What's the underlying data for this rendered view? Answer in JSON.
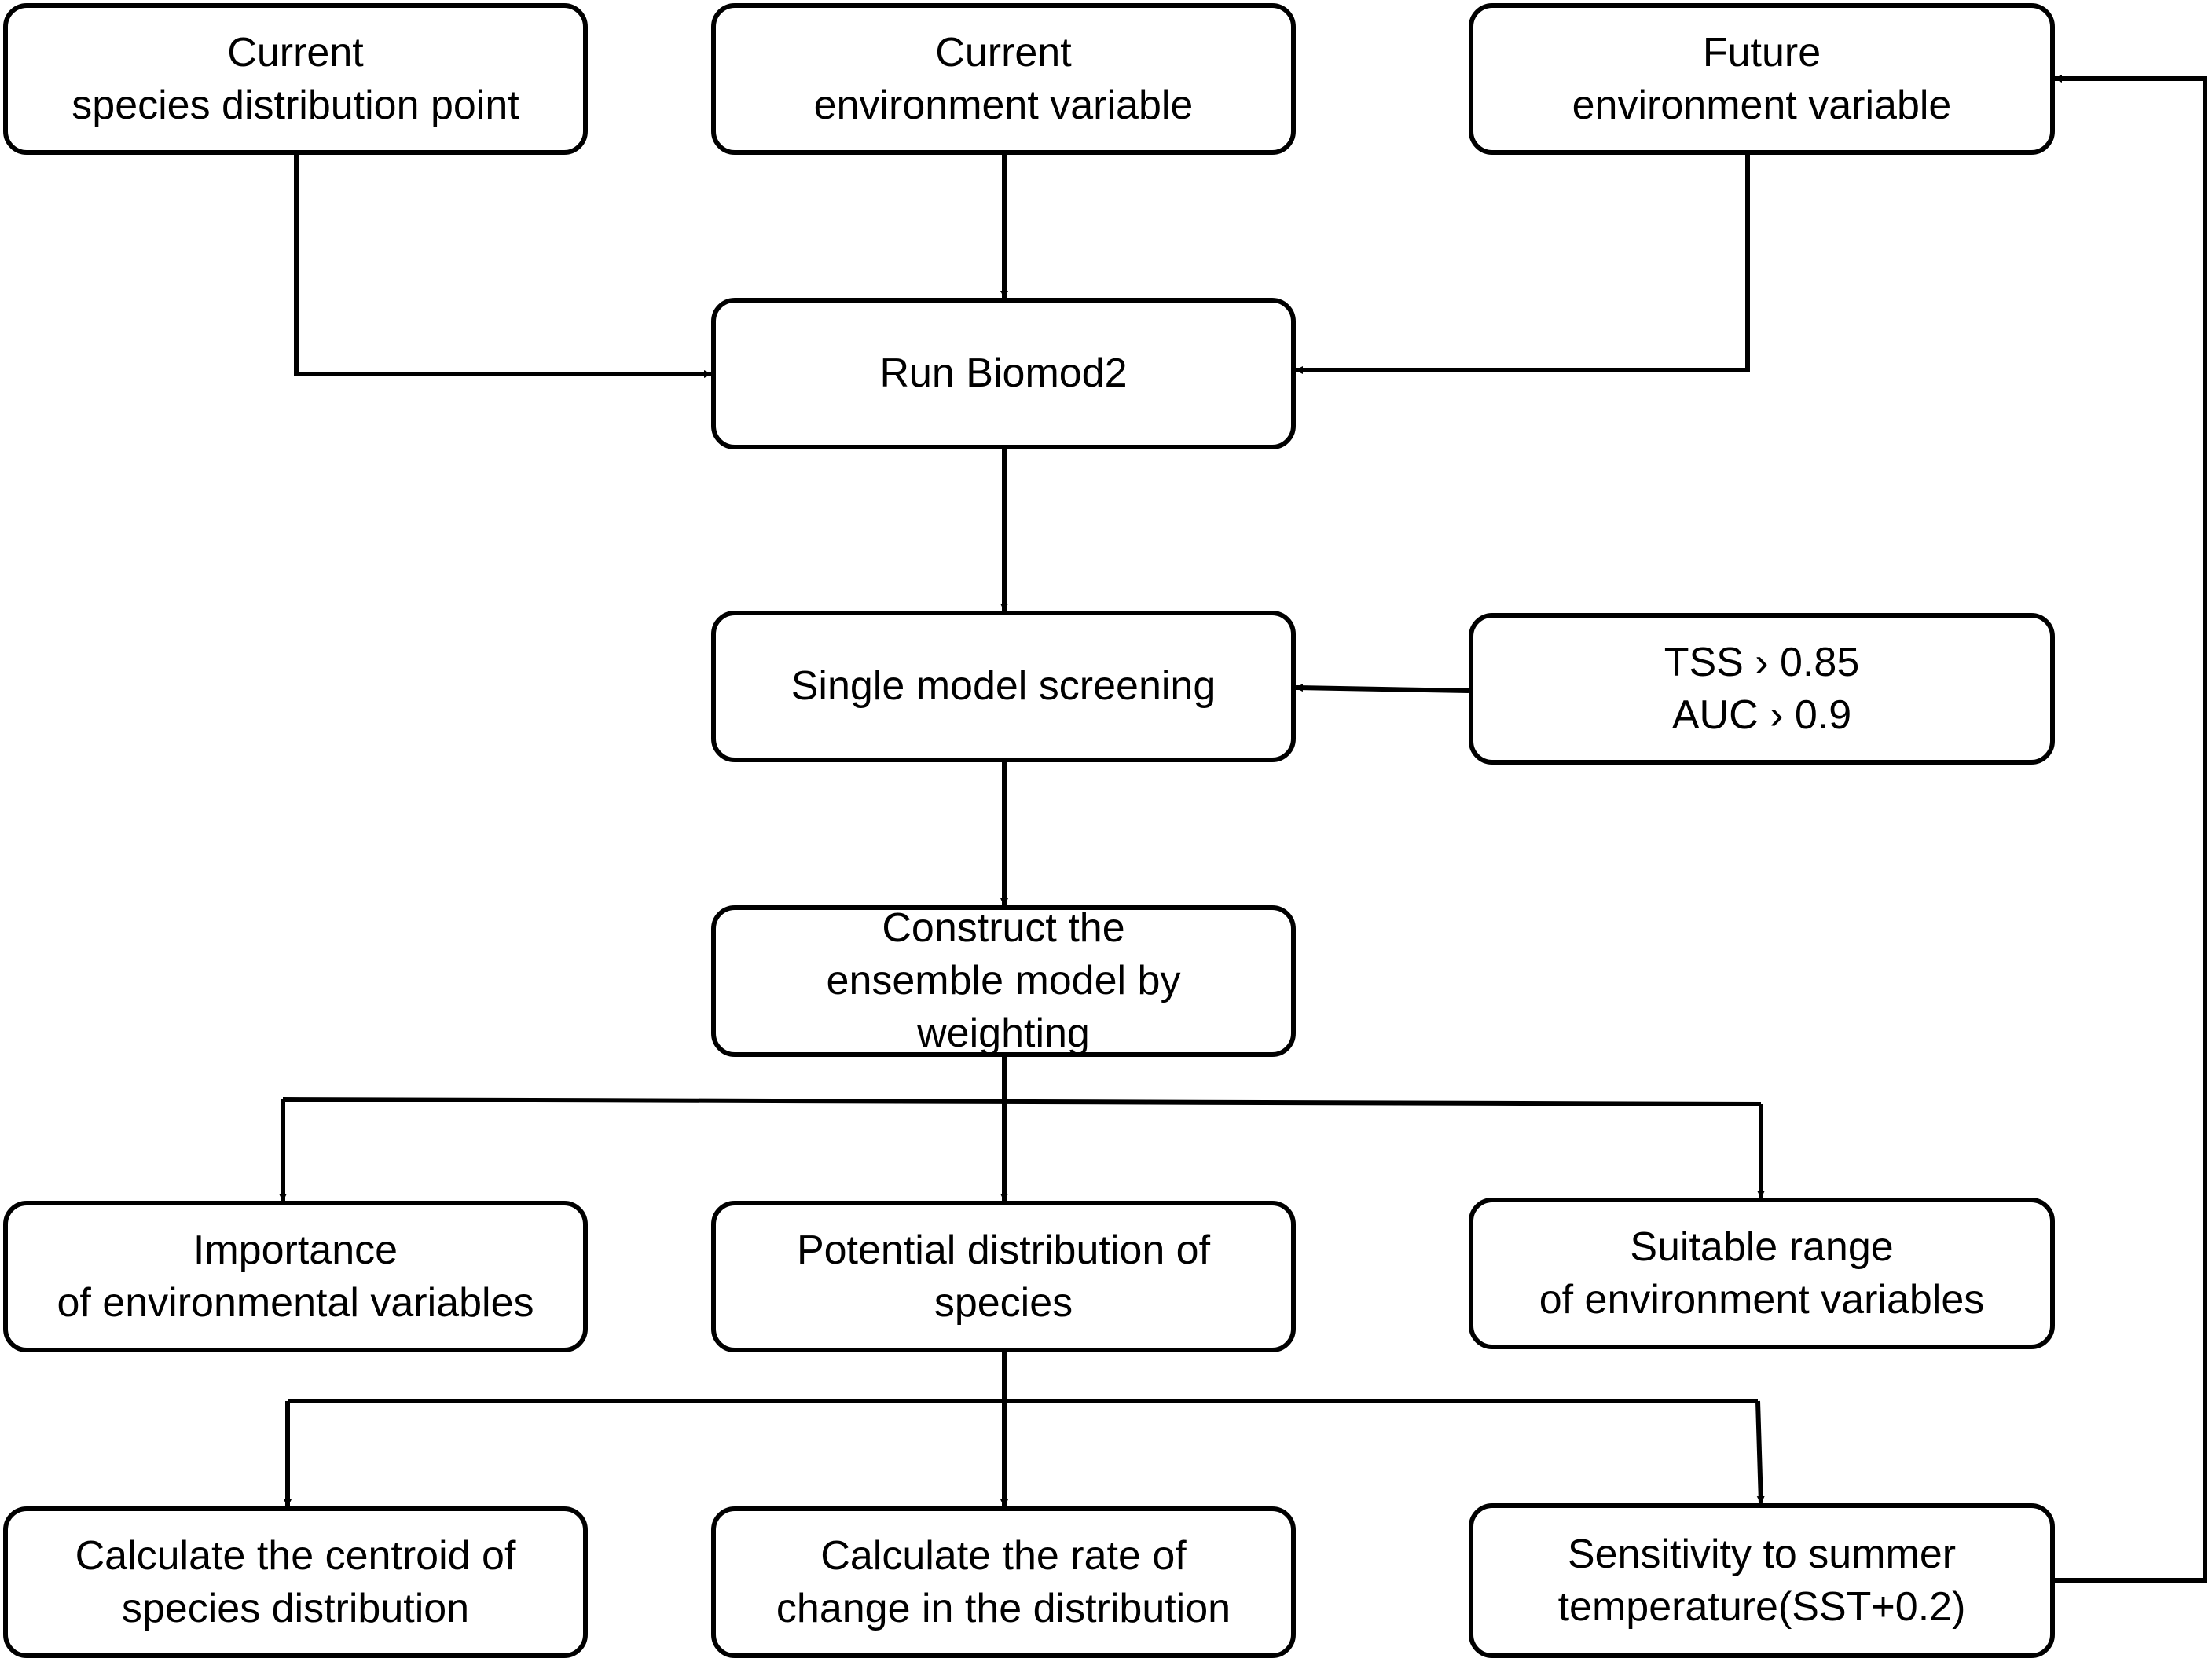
{
  "nodes": {
    "current_points": "Current\nspecies distribution point",
    "current_env": "Current\nenvironment variable",
    "future_env": "Future\nenvironment variable",
    "run_biomod": "Run Biomod2",
    "single_model": "Single model screening",
    "thresholds": "TSS › 0.85\nAUC › 0.9",
    "ensemble": "Construct the\nensemble model by\nweighting",
    "importance": "Importance\nof environmental variables",
    "potential": "Potential distribution of\nspecies",
    "suitable_range": "Suitable range\nof environment variables",
    "centroid": "Calculate the centroid of\nspecies distribution",
    "rate_change": "Calculate the rate of\nchange in the distribution",
    "sensitivity": "Sensitivity to summer\ntemperature(SST+0.2)"
  }
}
